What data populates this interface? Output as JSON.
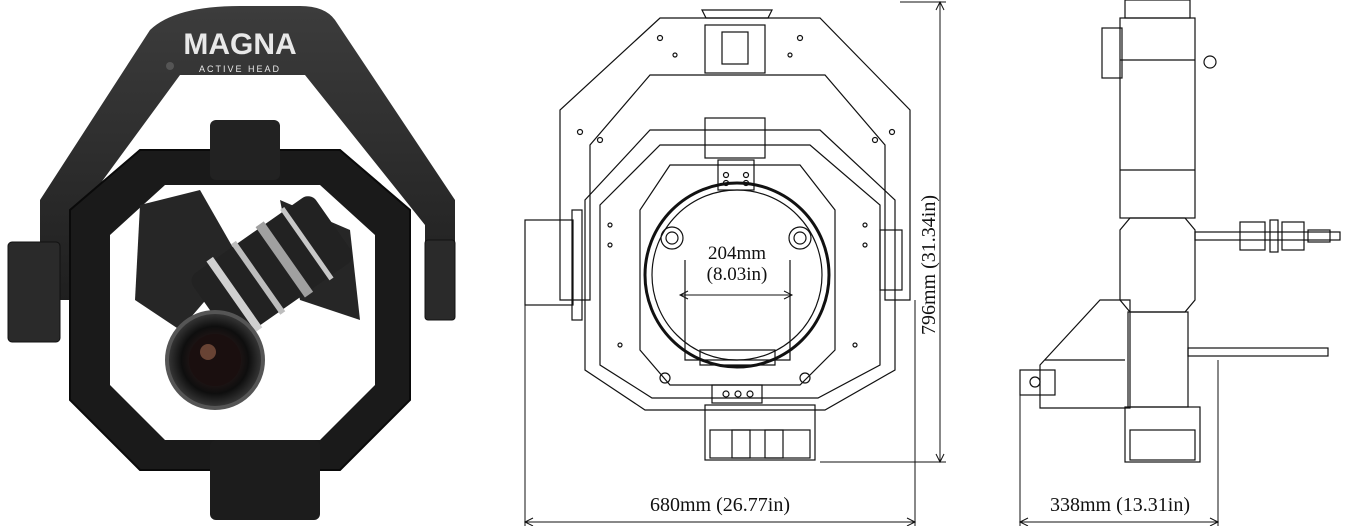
{
  "photo": {
    "logo_main": "MAGNA",
    "logo_sub": "ACTIVE HEAD"
  },
  "front_view": {
    "inner_width_mm": "204mm",
    "inner_width_in": "(8.03in)",
    "height_label": "796mm (31.34in)",
    "width_label": "680mm (26.77in)"
  },
  "side_view": {
    "depth_label": "338mm (13.31in)"
  },
  "colors": {
    "body": "#2b2b2b",
    "body_dark": "#161616",
    "line": "#111111"
  }
}
